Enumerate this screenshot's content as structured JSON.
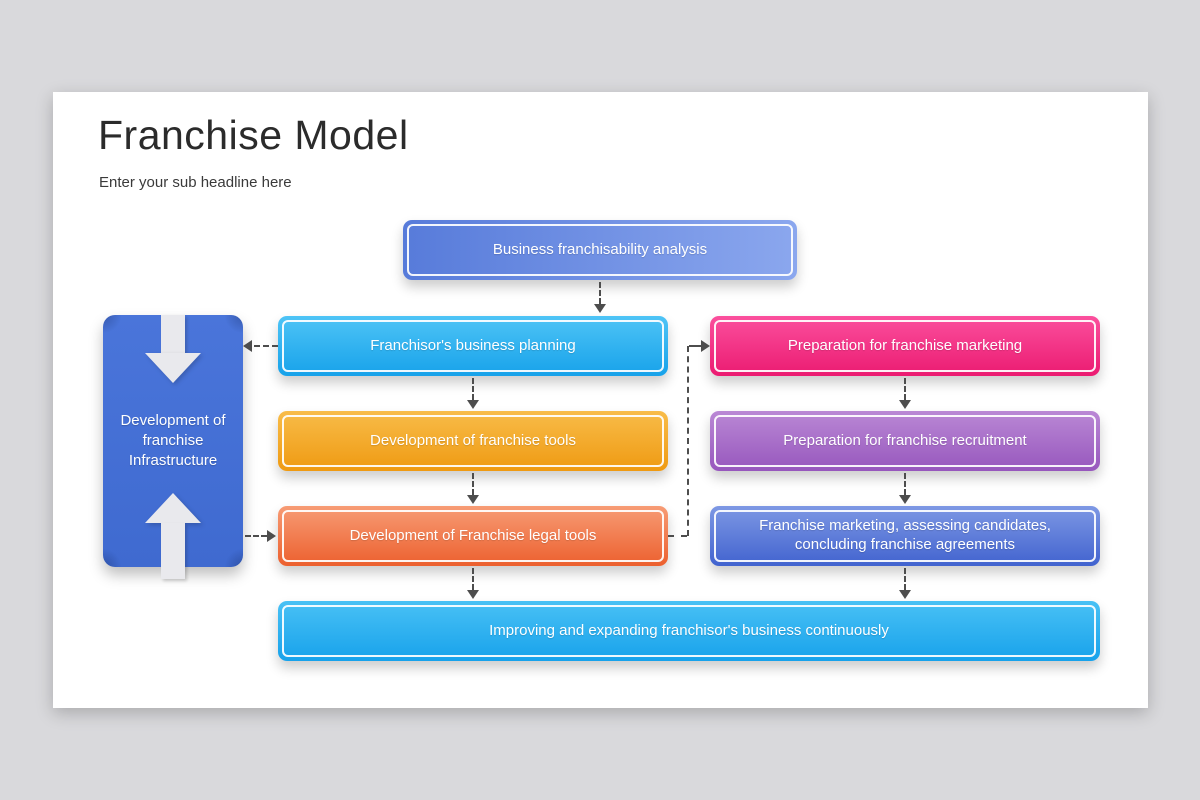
{
  "page": {
    "background_color": "#d9d9dc",
    "slide_background_color": "#ffffff"
  },
  "header": {
    "title": "Franchise Model",
    "subtitle": "Enter your sub headline here"
  },
  "diagram": {
    "connector_color": "#4d4d4d",
    "side_panel": {
      "label": "Development of franchise Infrastructure",
      "dir": "180deg",
      "from": "#4a75da",
      "to": "#3f6ad0",
      "icons": [
        "down-arrow-icon",
        "up-arrow-icon"
      ],
      "icon_color": "#e9e9ed"
    },
    "nodes": {
      "analysis": {
        "label": "Business franchisability analysis",
        "dir": "90deg",
        "from": "#577bda",
        "to": "#8ba7ee"
      },
      "planning": {
        "label": "Franchisor's business planning",
        "dir": "180deg",
        "from": "#4ec4f6",
        "to": "#17a2ea"
      },
      "tools": {
        "label": "Development of franchise tools",
        "dir": "180deg",
        "from": "#f8bc49",
        "to": "#ef9a12"
      },
      "legal": {
        "label": "Development of Franchise legal tools",
        "dir": "180deg",
        "from": "#f79c75",
        "to": "#ec602e"
      },
      "marketing": {
        "label": "Preparation for franchise marketing",
        "dir": "180deg",
        "from": "#fb4f9d",
        "to": "#eb1b71"
      },
      "recruitment": {
        "label": "Preparation for franchise recruitment",
        "dir": "180deg",
        "from": "#ba88d5",
        "to": "#9757bd"
      },
      "agreements": {
        "label": "Franchise marketing, assessing candidates, concluding franchise agreements",
        "dir": "180deg",
        "from": "#7e98e4",
        "to": "#4163cf"
      },
      "improving": {
        "label": "Improving and expanding franchisor's business continuously",
        "dir": "180deg",
        "from": "#49c1f5",
        "to": "#17a2eb"
      }
    }
  }
}
